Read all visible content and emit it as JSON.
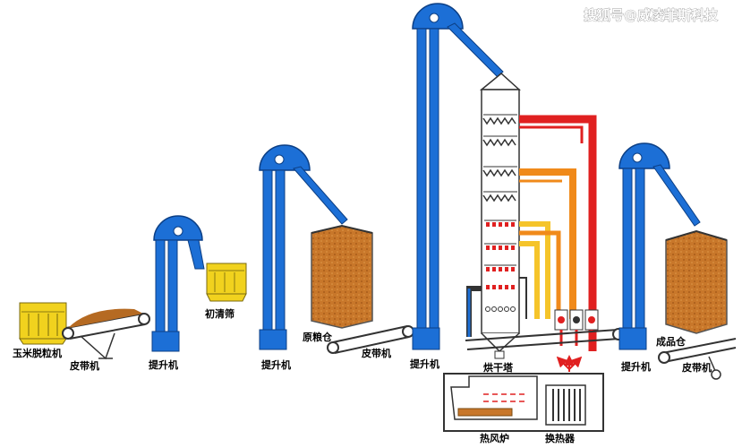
{
  "watermark": "搜狐号@威凌菲斯科技",
  "labels": {
    "corn_sheller": "玉米脱粒机",
    "belt_1": "皮带机",
    "elevator_1": "提升机",
    "pre_cleaner": "初清筛",
    "elevator_2": "提升机",
    "raw_grain_bin": "原粮仓",
    "belt_2": "皮带机",
    "elevator_3": "提升机",
    "drying_tower": "烘干塔",
    "hot_air_furnace": "热风炉",
    "heat_exchanger": "换热器",
    "elevator_4": "提升机",
    "finished_bin": "成品仓",
    "belt_3": "皮带机"
  },
  "colors": {
    "elevator_blue": "#1c6fd6",
    "grain_brown": "#c8772a",
    "hopper_yellow": "#f1d21e",
    "hot_red": "#e02020",
    "warm_orange": "#f08a1a",
    "duct_yellow": "#f5c42a",
    "tower_outline": "#333333"
  }
}
